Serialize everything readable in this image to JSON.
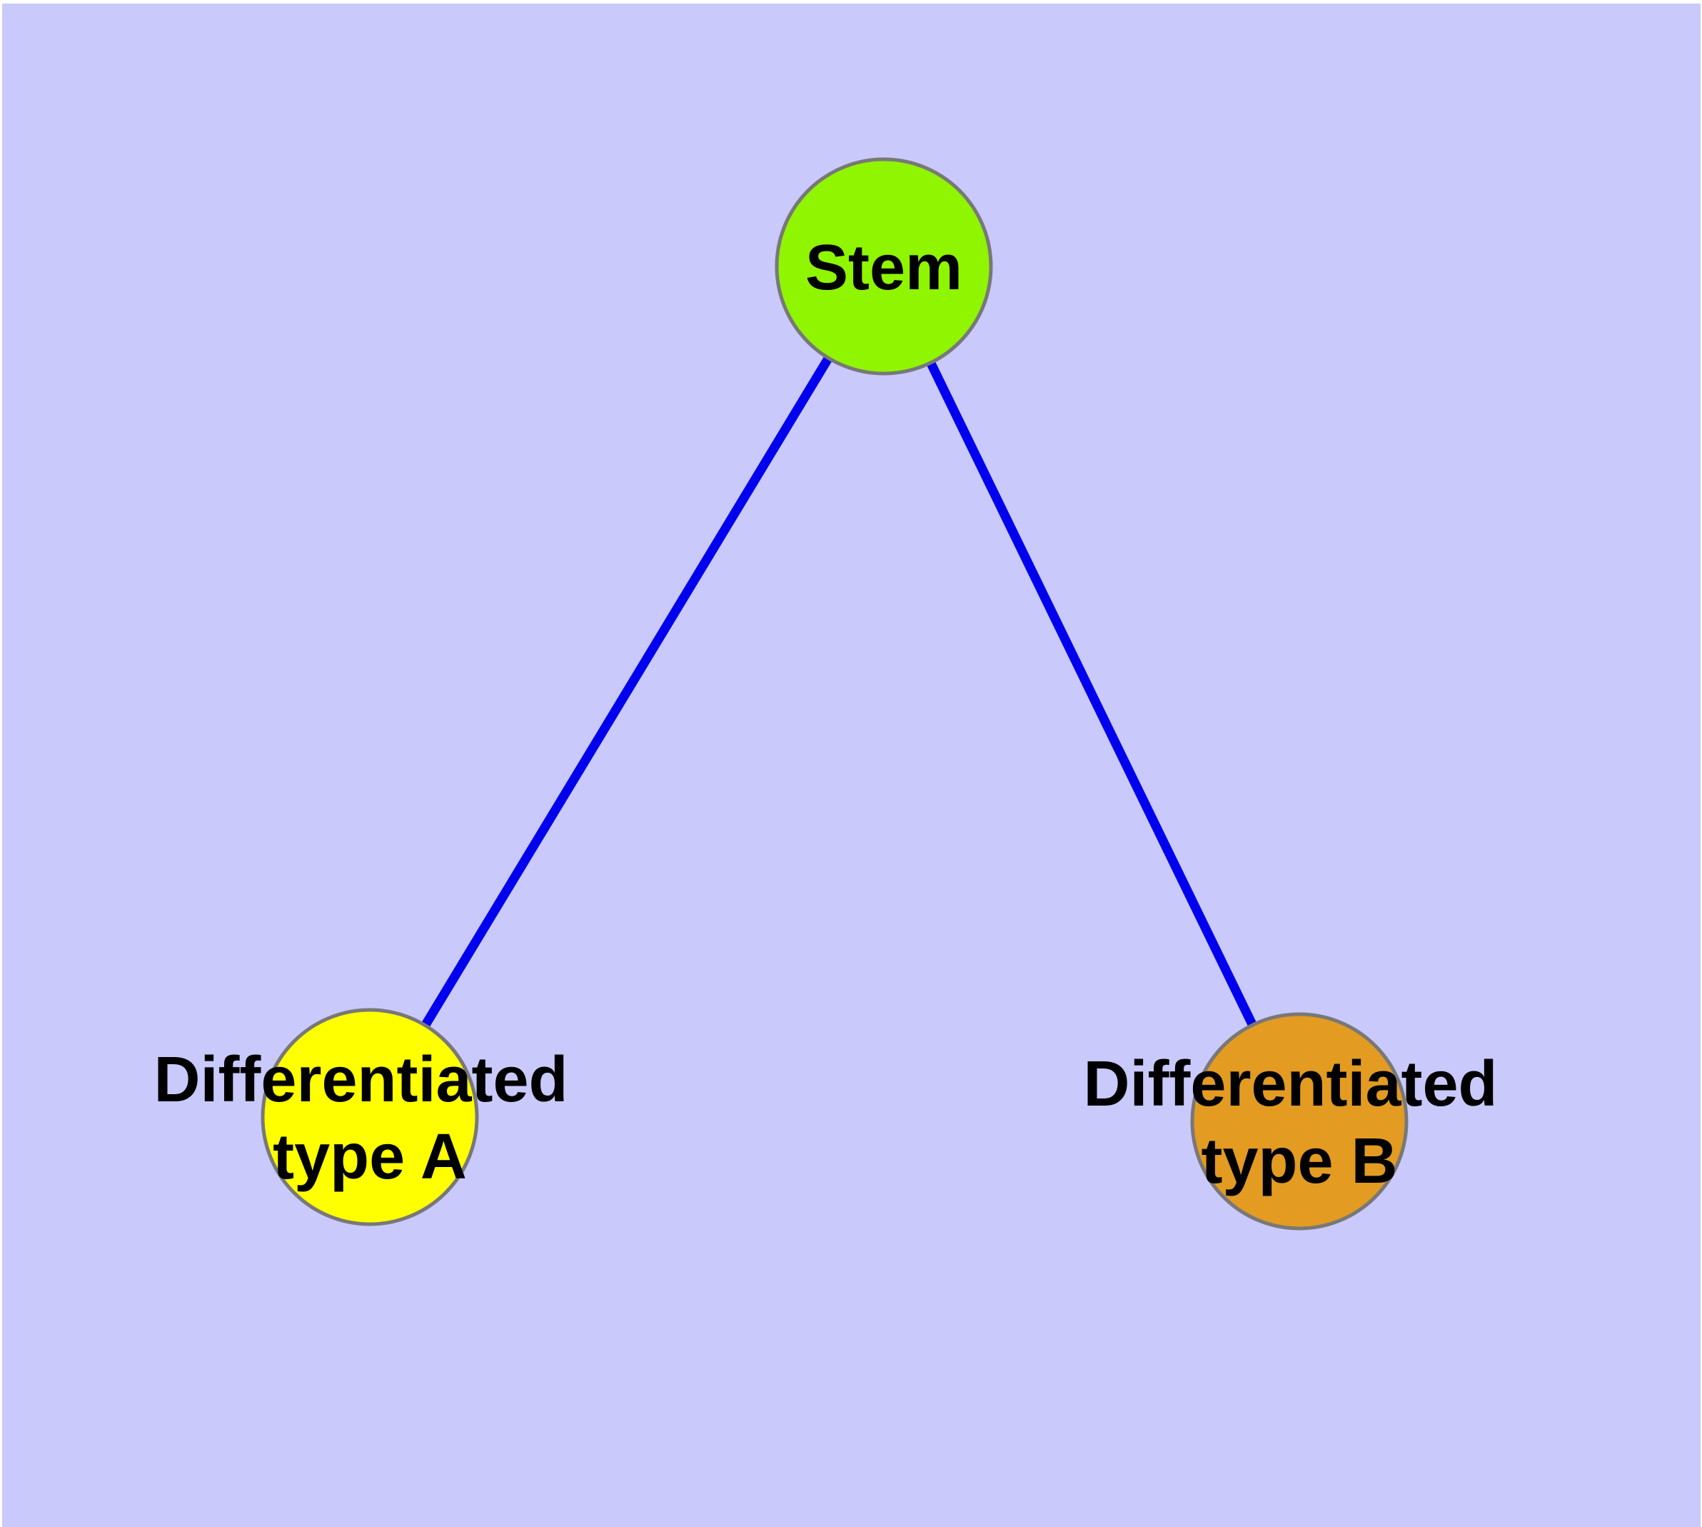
{
  "diagram": {
    "type": "node-link graph",
    "background_color": "#C9C9FB",
    "margin_color": "#FFFFFF",
    "edge_color": "#0000EE",
    "node_border_color": "#787878",
    "label_color": "#000000"
  },
  "nodes": [
    {
      "id": "stem",
      "label": "Stem",
      "fill_color": "#8FF500"
    },
    {
      "id": "differentiated-type-a",
      "label": "Differentiated type A",
      "label_lines": [
        "Differentiated",
        "type A"
      ],
      "fill_color": "#FFFF00"
    },
    {
      "id": "differentiated-type-b",
      "label": "Differentiated type B",
      "label_lines": [
        "Differentiated",
        "type B"
      ],
      "fill_color": "#E39B21"
    }
  ],
  "edges": [
    {
      "from": "Stem",
      "to": "Differentiated type A"
    },
    {
      "from": "Stem",
      "to": "Differentiated type B"
    }
  ]
}
